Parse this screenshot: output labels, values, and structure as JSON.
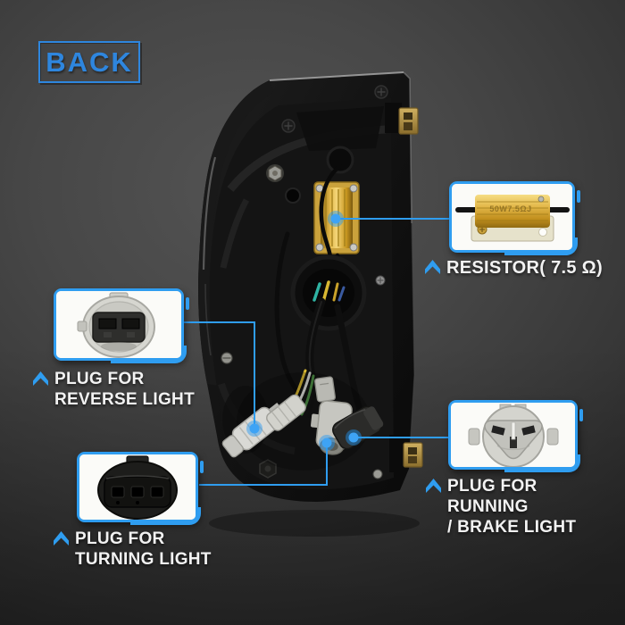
{
  "badge": {
    "label": "BACK"
  },
  "colors": {
    "accent_blue": "#2f9df0",
    "badge_blue": "#2e86de",
    "caption_text": "#f2f2f2",
    "card_bg": "#fafaf7",
    "resistor_gold": "#d8a62e"
  },
  "callouts": {
    "resistor": {
      "caption": "RESISTOR( 7.5 Ω)",
      "part_marking": "50W7.5ΩJ"
    },
    "reverse_light": {
      "caption_line1": "PLUG FOR",
      "caption_line2": "REVERSE LIGHT"
    },
    "turning_light": {
      "caption_line1": "PLUG FOR",
      "caption_line2": "TURNING LIGHT"
    },
    "running_brake_light": {
      "caption_line1": "PLUG FOR",
      "caption_line2": "RUNNING",
      "caption_line3": "/ BRAKE LIGHT"
    }
  }
}
